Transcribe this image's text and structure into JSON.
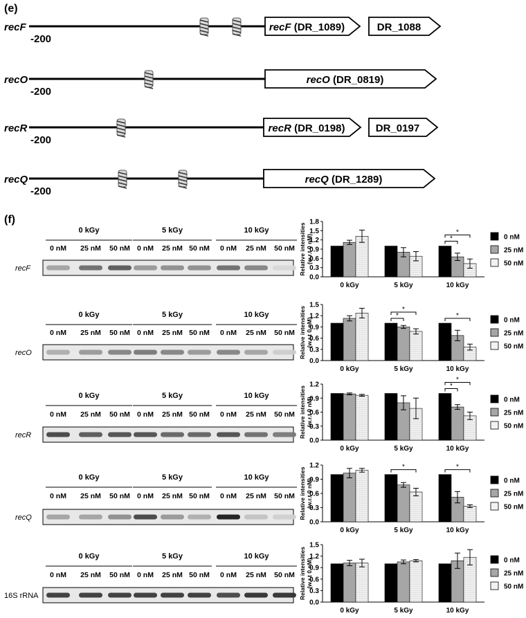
{
  "panel_e": {
    "label": "(e)",
    "position_label": "-200",
    "genes": [
      {
        "name": "recF",
        "boxes": [
          {
            "italic": "recF",
            "plain": " (DR_1089)"
          },
          {
            "italic": "",
            "plain": "DR_1088"
          }
        ],
        "sites": 2
      },
      {
        "name": "recO",
        "boxes": [
          {
            "italic": "recO",
            "plain": " (DR_0819)"
          }
        ],
        "sites": 1
      },
      {
        "name": "recR",
        "boxes": [
          {
            "italic": "recR",
            "plain": " (DR_0198)"
          },
          {
            "italic": "",
            "plain": "DR_0197"
          }
        ],
        "sites": 1
      },
      {
        "name": "recQ",
        "boxes": [
          {
            "italic": "recQ",
            "plain": " (DR_1289)"
          }
        ],
        "sites": 2
      }
    ]
  },
  "panel_f": {
    "label": "(f)",
    "dose_labels": [
      "0 kGy",
      "5 kGy",
      "10 kGy"
    ],
    "conc_labels": [
      "0 nM",
      "25 nM",
      "50 nM"
    ],
    "legend": [
      "0 nM",
      "25 nM",
      "50 nM"
    ],
    "legend_colors": [
      "#000000",
      "#a6a6a6",
      "#f2f2f2"
    ],
    "ylabel": "Relative intensities (w.r.t 0 nM)",
    "blots": [
      {
        "label": "recF",
        "intensities": [
          0.3,
          0.55,
          0.65,
          0.35,
          0.4,
          0.4,
          0.55,
          0.45,
          0.05
        ]
      },
      {
        "label": "recO",
        "intensities": [
          0.25,
          0.35,
          0.45,
          0.5,
          0.45,
          0.35,
          0.45,
          0.3,
          0.1
        ]
      },
      {
        "label": "recR",
        "intensities": [
          0.75,
          0.65,
          0.7,
          0.7,
          0.6,
          0.6,
          0.7,
          0.55,
          0.5
        ]
      },
      {
        "label": "recQ",
        "intensities": [
          0.3,
          0.3,
          0.4,
          0.75,
          0.35,
          0.25,
          0.95,
          0.15,
          0.08
        ]
      },
      {
        "label": "16S rRNA",
        "intensities": [
          0.8,
          0.8,
          0.8,
          0.8,
          0.8,
          0.8,
          0.75,
          0.85,
          0.85
        ]
      }
    ]
  },
  "chart_data": [
    {
      "type": "bar",
      "gene": "recF",
      "categories": [
        "0 kGy",
        "5 kGy",
        "10 kGy"
      ],
      "ylim": [
        0,
        1.8
      ],
      "yticks": [
        "0.0",
        "0.3",
        "0.6",
        "0.9",
        "1.2",
        "1.5",
        "1.8"
      ],
      "series": [
        {
          "name": "0 nM",
          "values": [
            1.0,
            1.0,
            1.0
          ],
          "errors": [
            0,
            0,
            0
          ]
        },
        {
          "name": "25 nM",
          "values": [
            1.12,
            0.8,
            0.65
          ],
          "errors": [
            0.07,
            0.15,
            0.12
          ]
        },
        {
          "name": "50 nM",
          "values": [
            1.32,
            0.67,
            0.43
          ],
          "errors": [
            0.2,
            0.15,
            0.15
          ]
        }
      ],
      "significance": [
        {
          "group": "10 kGy",
          "from": 0,
          "to": 1,
          "label": "*"
        },
        {
          "group": "10 kGy",
          "from": 0,
          "to": 2,
          "label": "*"
        }
      ]
    },
    {
      "type": "bar",
      "gene": "recO",
      "categories": [
        "0 kGy",
        "5 kGy",
        "10 kGy"
      ],
      "ylim": [
        0,
        1.5
      ],
      "yticks": [
        "0.0",
        "0.3",
        "0.6",
        "0.9",
        "1.2",
        "1.5"
      ],
      "series": [
        {
          "name": "0 nM",
          "values": [
            1.0,
            1.0,
            1.0
          ],
          "errors": [
            0,
            0,
            0
          ]
        },
        {
          "name": "25 nM",
          "values": [
            1.13,
            0.9,
            0.67
          ],
          "errors": [
            0.07,
            0.04,
            0.14
          ]
        },
        {
          "name": "50 nM",
          "values": [
            1.27,
            0.78,
            0.36
          ],
          "errors": [
            0.13,
            0.07,
            0.08
          ]
        }
      ],
      "significance": [
        {
          "group": "5 kGy",
          "from": 0,
          "to": 1,
          "label": "*"
        },
        {
          "group": "5 kGy",
          "from": 0,
          "to": 2,
          "label": "*"
        },
        {
          "group": "10 kGy",
          "from": 0,
          "to": 2,
          "label": "*"
        }
      ]
    },
    {
      "type": "bar",
      "gene": "recR",
      "categories": [
        "0 kGy",
        "5 kGy",
        "10 kGy"
      ],
      "ylim": [
        0,
        1.2
      ],
      "yticks": [
        "0.0",
        "0.3",
        "0.6",
        "0.9",
        "1.2"
      ],
      "series": [
        {
          "name": "0 nM",
          "values": [
            1.0,
            1.0,
            1.0
          ],
          "errors": [
            0,
            0,
            0
          ]
        },
        {
          "name": "25 nM",
          "values": [
            0.99,
            0.8,
            0.71
          ],
          "errors": [
            0.02,
            0.15,
            0.05
          ]
        },
        {
          "name": "50 nM",
          "values": [
            0.96,
            0.68,
            0.52
          ],
          "errors": [
            0.02,
            0.22,
            0.08
          ]
        }
      ],
      "significance": [
        {
          "group": "10 kGy",
          "from": 0,
          "to": 1,
          "label": "*"
        },
        {
          "group": "10 kGy",
          "from": 0,
          "to": 2,
          "label": "*"
        }
      ]
    },
    {
      "type": "bar",
      "gene": "recQ",
      "categories": [
        "0 kGy",
        "5 kGy",
        "10 kGy"
      ],
      "ylim": [
        0,
        1.2
      ],
      "yticks": [
        "0.0",
        "0.3",
        "0.6",
        "0.9",
        "1.2"
      ],
      "series": [
        {
          "name": "0 nM",
          "values": [
            1.0,
            1.0,
            1.0
          ],
          "errors": [
            0,
            0,
            0
          ]
        },
        {
          "name": "25 nM",
          "values": [
            1.03,
            0.78,
            0.52
          ],
          "errors": [
            0.1,
            0.05,
            0.12
          ]
        },
        {
          "name": "50 nM",
          "values": [
            1.09,
            0.63,
            0.33
          ],
          "errors": [
            0.04,
            0.08,
            0.03
          ]
        }
      ],
      "significance": [
        {
          "group": "5 kGy",
          "from": 0,
          "to": 2,
          "label": "*"
        },
        {
          "group": "10 kGy",
          "from": 0,
          "to": 2,
          "label": "*"
        }
      ]
    },
    {
      "type": "bar",
      "gene": "16S rRNA",
      "categories": [
        "0 kGy",
        "5 kGy",
        "10 kGy"
      ],
      "ylim": [
        0,
        1.5
      ],
      "yticks": [
        "0.0",
        "0.3",
        "0.6",
        "0.9",
        "1.2",
        "1.5"
      ],
      "series": [
        {
          "name": "0 nM",
          "values": [
            1.0,
            1.0,
            1.0
          ],
          "errors": [
            0,
            0,
            0
          ]
        },
        {
          "name": "25 nM",
          "values": [
            1.02,
            1.05,
            1.08
          ],
          "errors": [
            0.07,
            0.05,
            0.2
          ]
        },
        {
          "name": "50 nM",
          "values": [
            1.02,
            1.08,
            1.17
          ],
          "errors": [
            0.1,
            0.03,
            0.2
          ]
        }
      ],
      "significance": []
    }
  ]
}
